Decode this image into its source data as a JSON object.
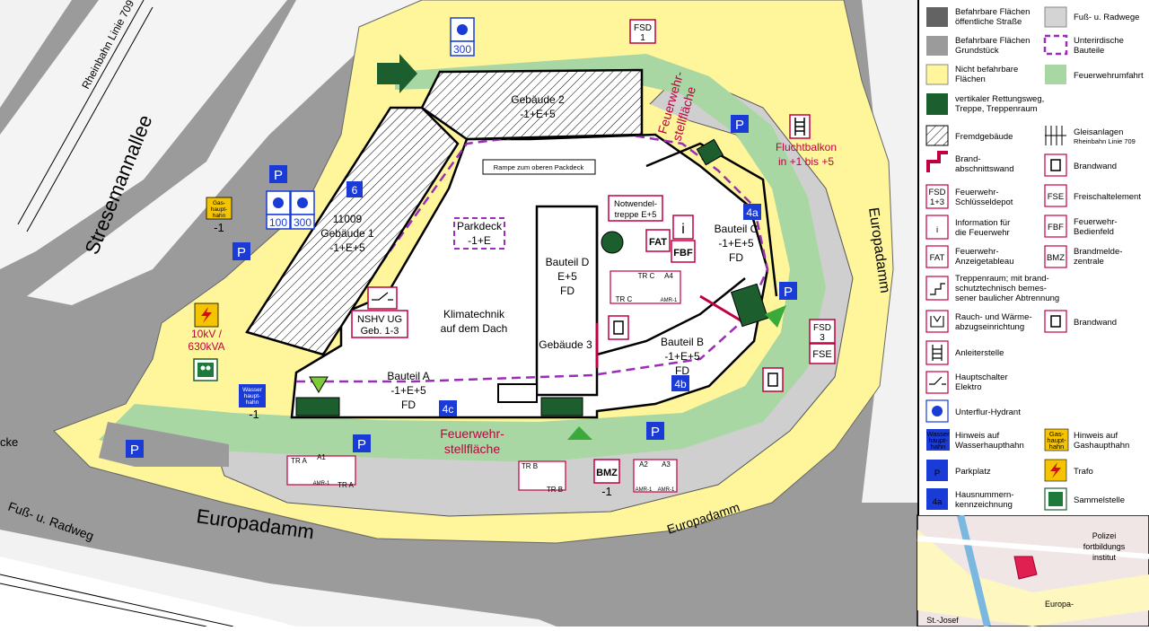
{
  "map": {
    "rail_label": "Rheinbahn Linie 709",
    "ramp": "Rampe zum oberen Packdeck",
    "geb1": {
      "number": "11009",
      "name": "Gebäude 1",
      "floors": "-1+E+5"
    },
    "geb2": {
      "name": "Gebäude 2",
      "floors": "-1+E+5"
    },
    "parkdeck": {
      "name": "Parkdeck",
      "floors": "-1+E"
    },
    "bauteil_d": {
      "name": "Bauteil D",
      "floors": "E+5",
      "fd": "FD"
    },
    "klima": {
      "line1": "Klimatechnik",
      "line2": "auf dem Dach"
    },
    "geb3": "Gebäude 3",
    "bauteil_a": {
      "name": "Bauteil A",
      "floors": "-1+E+5",
      "fd": "FD"
    },
    "bauteil_b": {
      "name": "Bauteil B",
      "floors": "-1+E+5",
      "fd": "FD"
    },
    "bauteil_c": {
      "name": "Bauteil C",
      "floors": "-1+E+5",
      "fd": "FD"
    },
    "streets": {
      "stresemann": "Stresemannallee",
      "europadamm": "Europadamm",
      "cycleway": "Fuß- u. Radweg",
      "cut": "cke"
    },
    "fire_area": {
      "line1": "Feuerwehr-",
      "line2": "stellfläche"
    },
    "fluchtbalkon": {
      "line1": "Fluchtbalkon",
      "line2": "in +1 bis +5"
    },
    "notwendel": {
      "line1": "Notwendel-",
      "line2": "treppe E+5"
    },
    "nshv": {
      "line1": "NSHV UG",
      "line2": "Geb. 1-3"
    },
    "fsd1": {
      "line1": "FSD",
      "line2": "1"
    },
    "fsd3": {
      "line1": "FSD",
      "line2": "3"
    },
    "fse": "FSE",
    "info_glyph": "i",
    "fat": "FAT",
    "fbf": "FBF",
    "bmz": "BMZ",
    "bmz_level": "-1",
    "tr_a": {
      "label": "TR A",
      "amr_top": "A1",
      "amr_sub": "AMR-1"
    },
    "tr_b": {
      "label": "TR B"
    },
    "tr_c": {
      "label": "TR C",
      "amr_top": "A4",
      "amr_sub": "AMR-1"
    },
    "amr23": {
      "a2": "A2",
      "a3": "A3",
      "sub": "AMR-1"
    },
    "hydrant_top": "300",
    "hydrant_left_1": "100",
    "hydrant_left_2": "300",
    "p": "P",
    "houses": {
      "n6": "6",
      "n4a": "4a",
      "n4b": "4b",
      "n4c": "4c"
    },
    "gas": {
      "l1": "Gas-",
      "l2": "haupt-",
      "l3": "hahn",
      "level": "-1"
    },
    "water": {
      "l1": "Wasser",
      "l2": "haupt-",
      "l3": "hahn",
      "level": "-1"
    },
    "trafo": {
      "l1": "10kV /",
      "l2": "630kVA"
    }
  },
  "legend": {
    "public_road": {
      "l1": "Befahrbare Flächen",
      "l2": "öffentliche Straße"
    },
    "site_road": {
      "l1": "Befahrbare Flächen",
      "l2": "Grundstück"
    },
    "non_drivable": {
      "l1": "Nicht befahrbare",
      "l2": "Flächen"
    },
    "rescue": {
      "l1": "vertikaler Rettungsweg,",
      "l2": "Treppe, Treppenraum"
    },
    "foreign": "Fremdgebäude",
    "firewall_sect": {
      "l1": "Brand-",
      "l2": "abschnittswand"
    },
    "fsd_icon": {
      "l1": "FSD",
      "l2": "1+3"
    },
    "fsd": {
      "l1": "Feuerwehr-",
      "l2": "Schlüsseldepot"
    },
    "info_glyph": "i",
    "info": {
      "l1": "Information für",
      "l2": "die Feuerwehr"
    },
    "fat_icon": "FAT",
    "fat": {
      "l1": "Feuerwehr-",
      "l2": "Anzeigetableau"
    },
    "stair": {
      "l1": "Treppenraum; mit brand-",
      "l2": "schutztechnisch bemes-",
      "l3": "sener baulicher Abtrennung"
    },
    "smoke": {
      "l1": "Rauch- und Wärme-",
      "l2": "abzugseinrichtung"
    },
    "ladder": "Anleiterstelle",
    "switch": {
      "l1": "Hauptschalter",
      "l2": "Elektro"
    },
    "hydrant": "Unterflur-Hydrant",
    "water_icon": {
      "l1": "Wasser",
      "l2": "haupt-",
      "l3": "hahn"
    },
    "water": {
      "l1": "Hinweis auf",
      "l2": "Wasserhaupthahn"
    },
    "parking_icon": "P",
    "parking": "Parkplatz",
    "housenumber_icon": "4a",
    "housenumber": {
      "l1": "Hausnummern-",
      "l2": "kennzeichnung"
    },
    "footpath": "Fuß- u. Radwege",
    "underground": {
      "l1": "Unterirdische",
      "l2": "Bauteile"
    },
    "fire_access": "Feuerwehrumfahrt",
    "rail": {
      "l1": "Gleisanlagen",
      "l2": "Rheinbahn Linie 709"
    },
    "brandwand": "Brandwand",
    "fse_icon": "FSE",
    "fse": "Freischaltelement",
    "fbf_icon": "FBF",
    "fbf": {
      "l1": "Feuerwehr-",
      "l2": "Bedienfeld"
    },
    "bmz_icon": "BMZ",
    "bmz": {
      "l1": "Brandmelde-",
      "l2": "zentrale"
    },
    "gas_icon": {
      "l1": "Gas-",
      "l2": "haupt-",
      "l3": "hahn"
    },
    "gas": {
      "l1": "Hinweis auf",
      "l2": "Gashaupthahn"
    },
    "trafo": "Trafo",
    "assembly": "Sammelstelle"
  },
  "inset": {
    "label1": "Polizei",
    "label2": "fortbildungs",
    "label3": "institut",
    "label4": "Europa-",
    "label5": "St.-Josef"
  }
}
